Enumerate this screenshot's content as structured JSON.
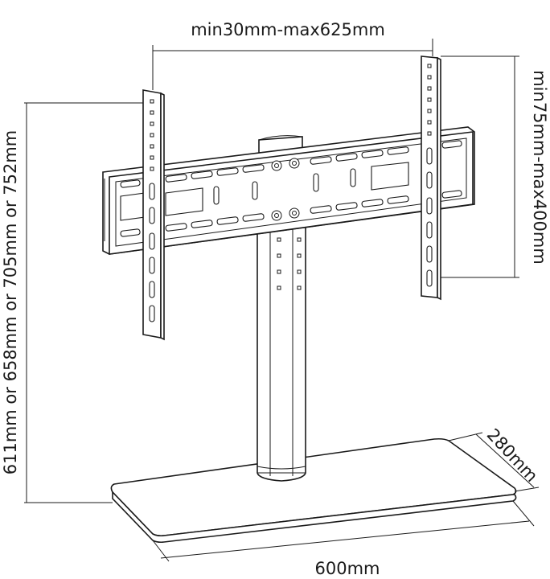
{
  "dimensions": {
    "top_width": "min30mm-max625mm",
    "right_height": "min75mm-max400mm",
    "left_height": "611mm or 658mm or 705mm or 752mm",
    "base_depth": "280mm",
    "base_width": "600mm"
  }
}
